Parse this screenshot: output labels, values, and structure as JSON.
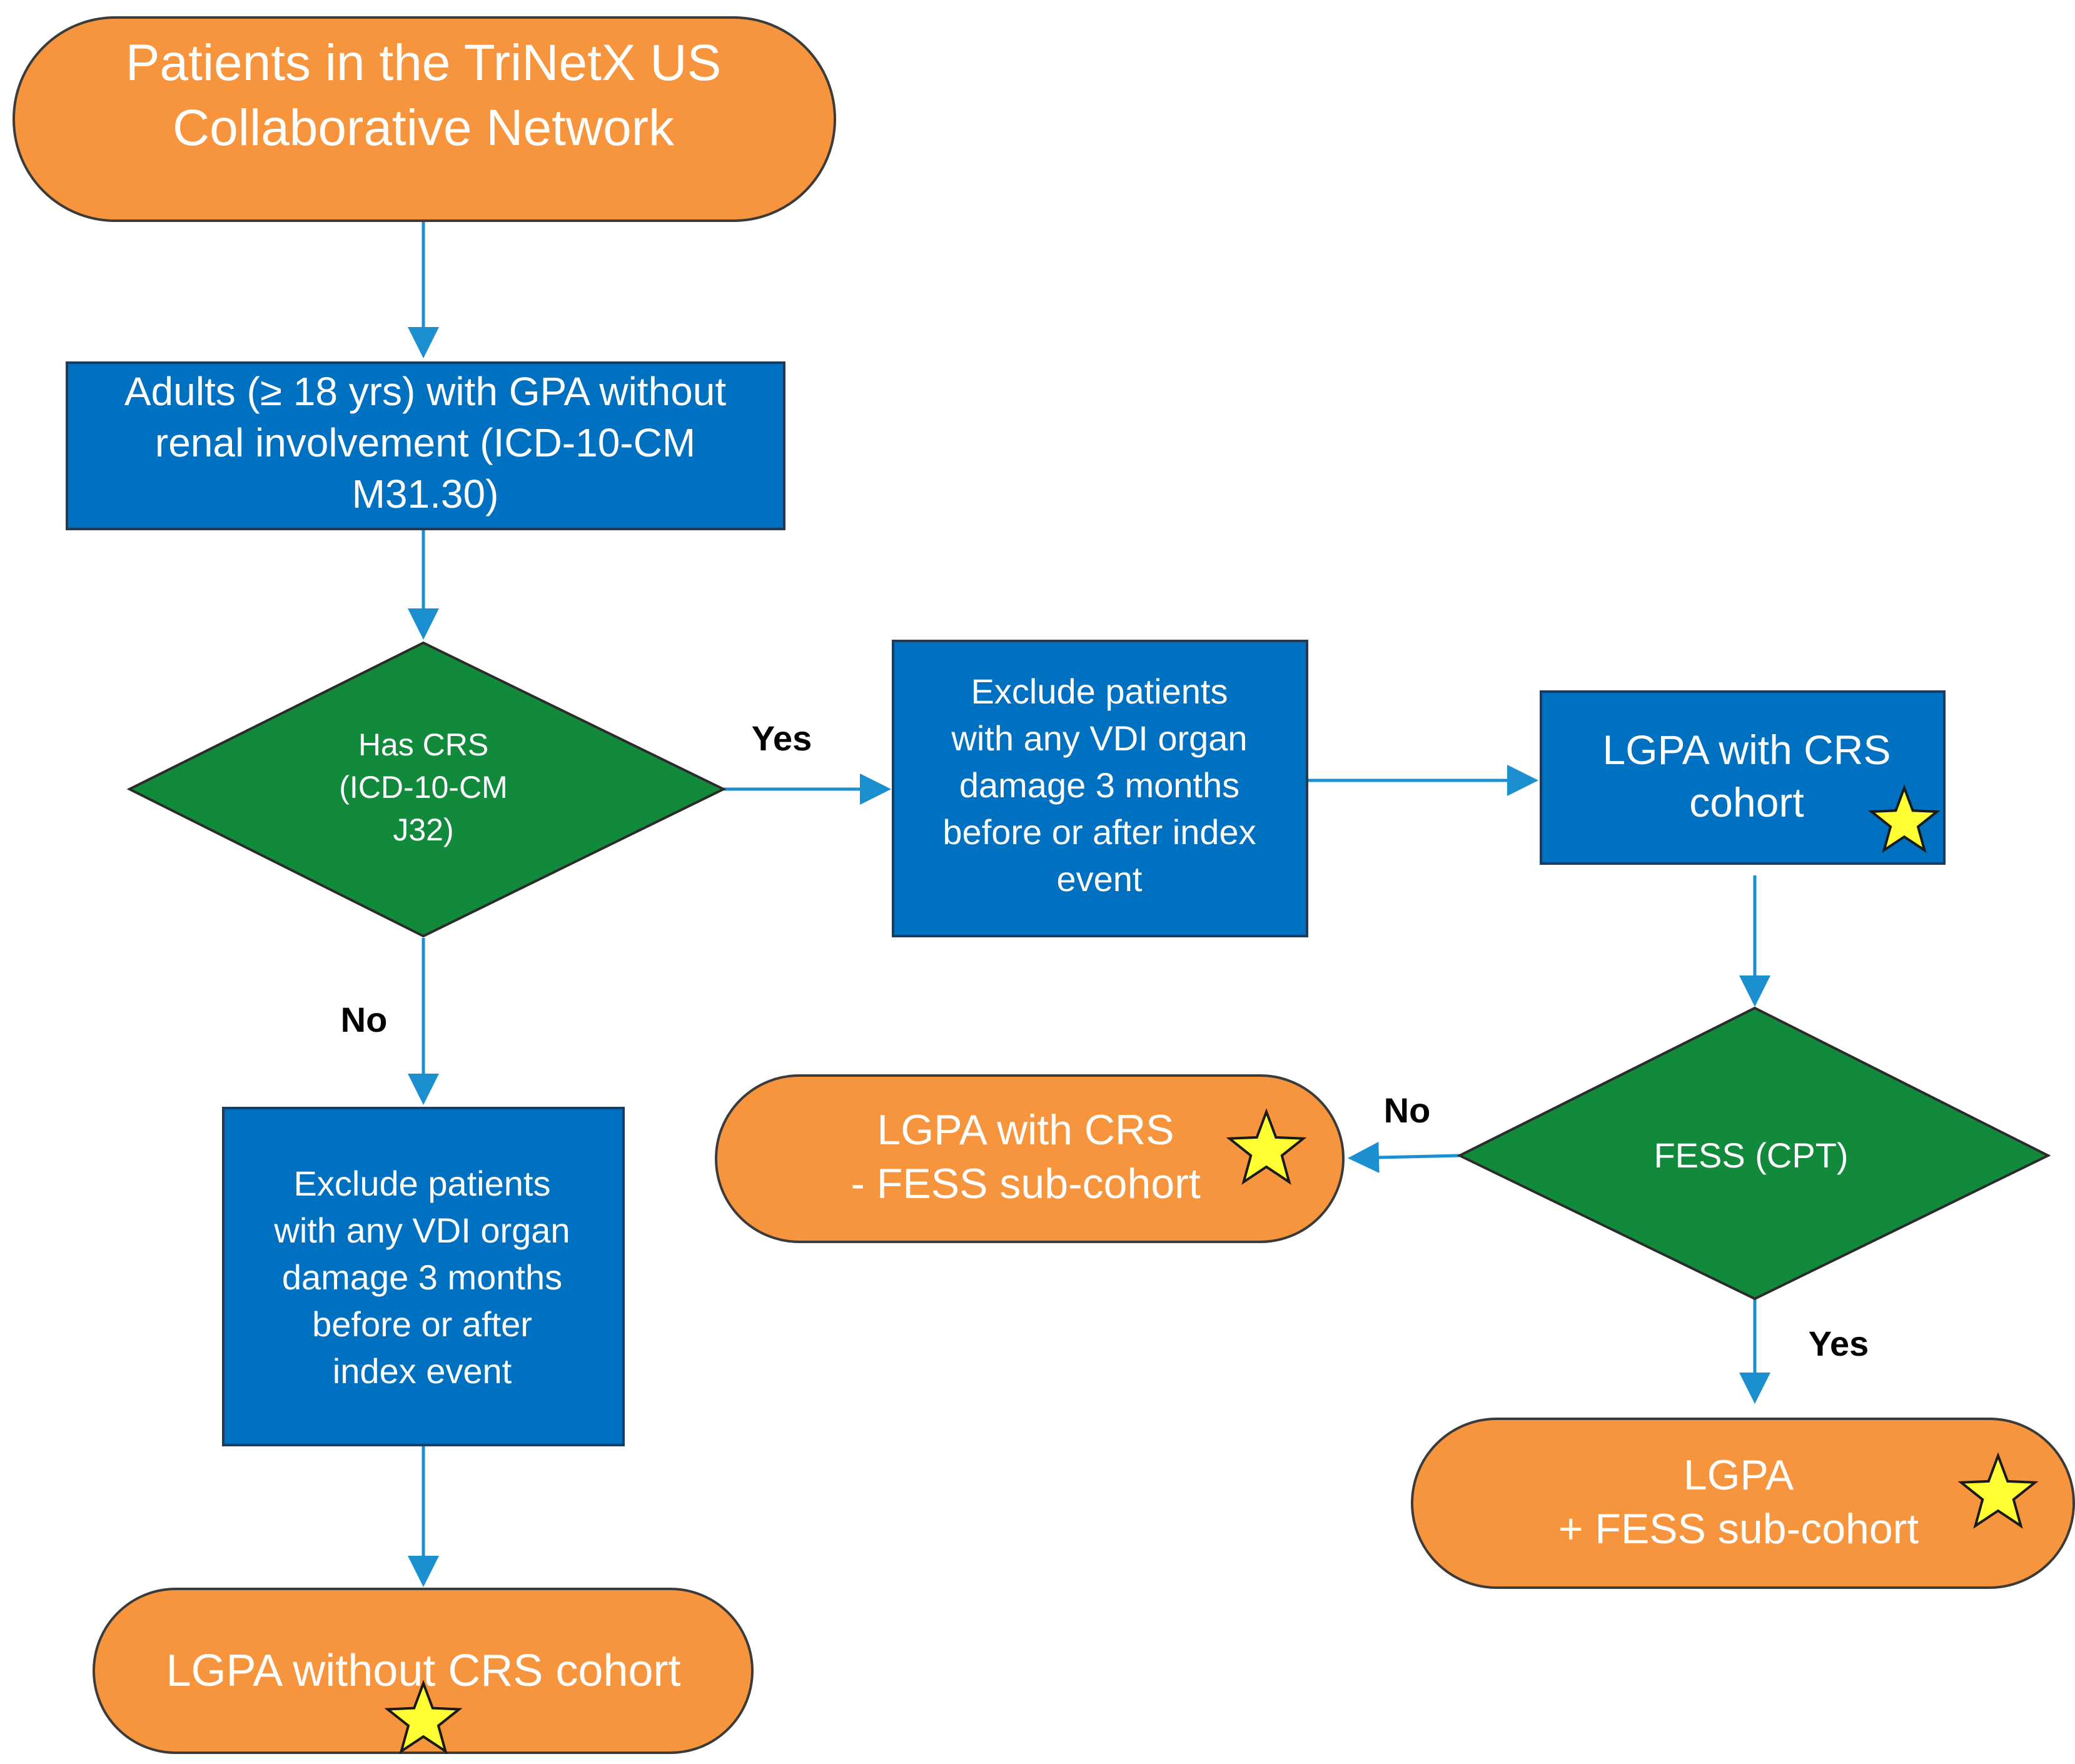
{
  "colors": {
    "terminal": "#f7953f",
    "process": "#0070c0",
    "decision": "#118a3c",
    "connector": "#1b8fd0",
    "outline": "#3b3b3b",
    "star": "#ffff33"
  },
  "nodes": {
    "start": {
      "lines": [
        "Patients in the TriNetX US",
        "Collaborative Network"
      ]
    },
    "adults": {
      "lines": [
        "Adults (≥ 18 yrs) with GPA without",
        "renal involvement (ICD-10-CM",
        "M31.30)"
      ]
    },
    "has_crs": {
      "lines": [
        "Has CRS",
        "(ICD-10-CM",
        "J32)"
      ]
    },
    "exclude_yes": {
      "lines": [
        "Exclude patients",
        "with any VDI organ",
        "damage 3 months",
        "before or after index",
        "event"
      ]
    },
    "lgpa_crs": {
      "lines": [
        "LGPA with CRS",
        "cohort"
      ]
    },
    "exclude_no": {
      "lines": [
        "Exclude patients",
        "with any VDI organ",
        "damage 3 months",
        "before or after",
        "index event"
      ]
    },
    "lgpa_no_crs": {
      "lines": [
        "LGPA without CRS cohort"
      ]
    },
    "fess": {
      "lines": [
        "FESS (CPT)"
      ]
    },
    "lgpa_minus_fess": {
      "lines": [
        "LGPA with CRS",
        "- FESS sub-cohort"
      ]
    },
    "lgpa_plus_fess": {
      "lines": [
        "LGPA",
        "+ FESS sub-cohort"
      ]
    }
  },
  "edge_labels": {
    "has_crs_yes": "Yes",
    "has_crs_no": "No",
    "fess_no": "No",
    "fess_yes": "Yes"
  }
}
